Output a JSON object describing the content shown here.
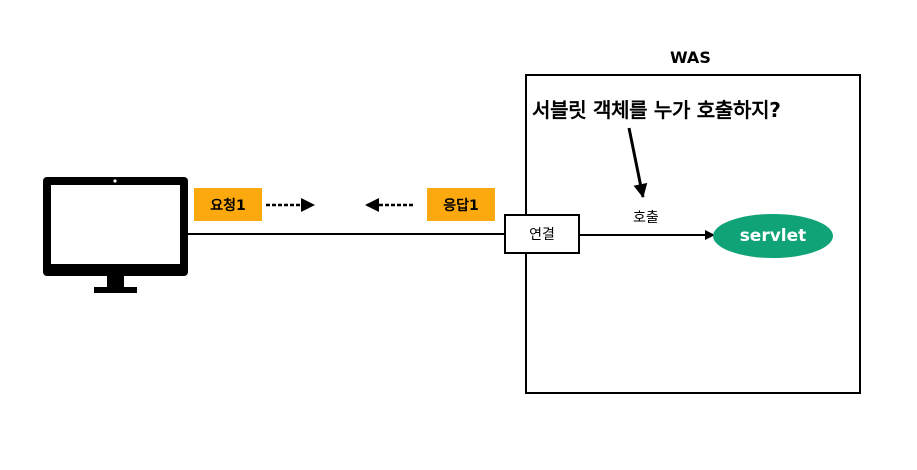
{
  "was": {
    "title": "WAS"
  },
  "question": "서블릿 객체를 누가 호출하지?",
  "request_tag": "요청1",
  "response_tag": "응답1",
  "connection_box": "연결",
  "call_label": "호출",
  "servlet_label": "servlet",
  "colors": {
    "tag": "#FBA90F",
    "servlet": "#10A378",
    "line": "#000000"
  },
  "icons": [
    "monitor-icon"
  ]
}
